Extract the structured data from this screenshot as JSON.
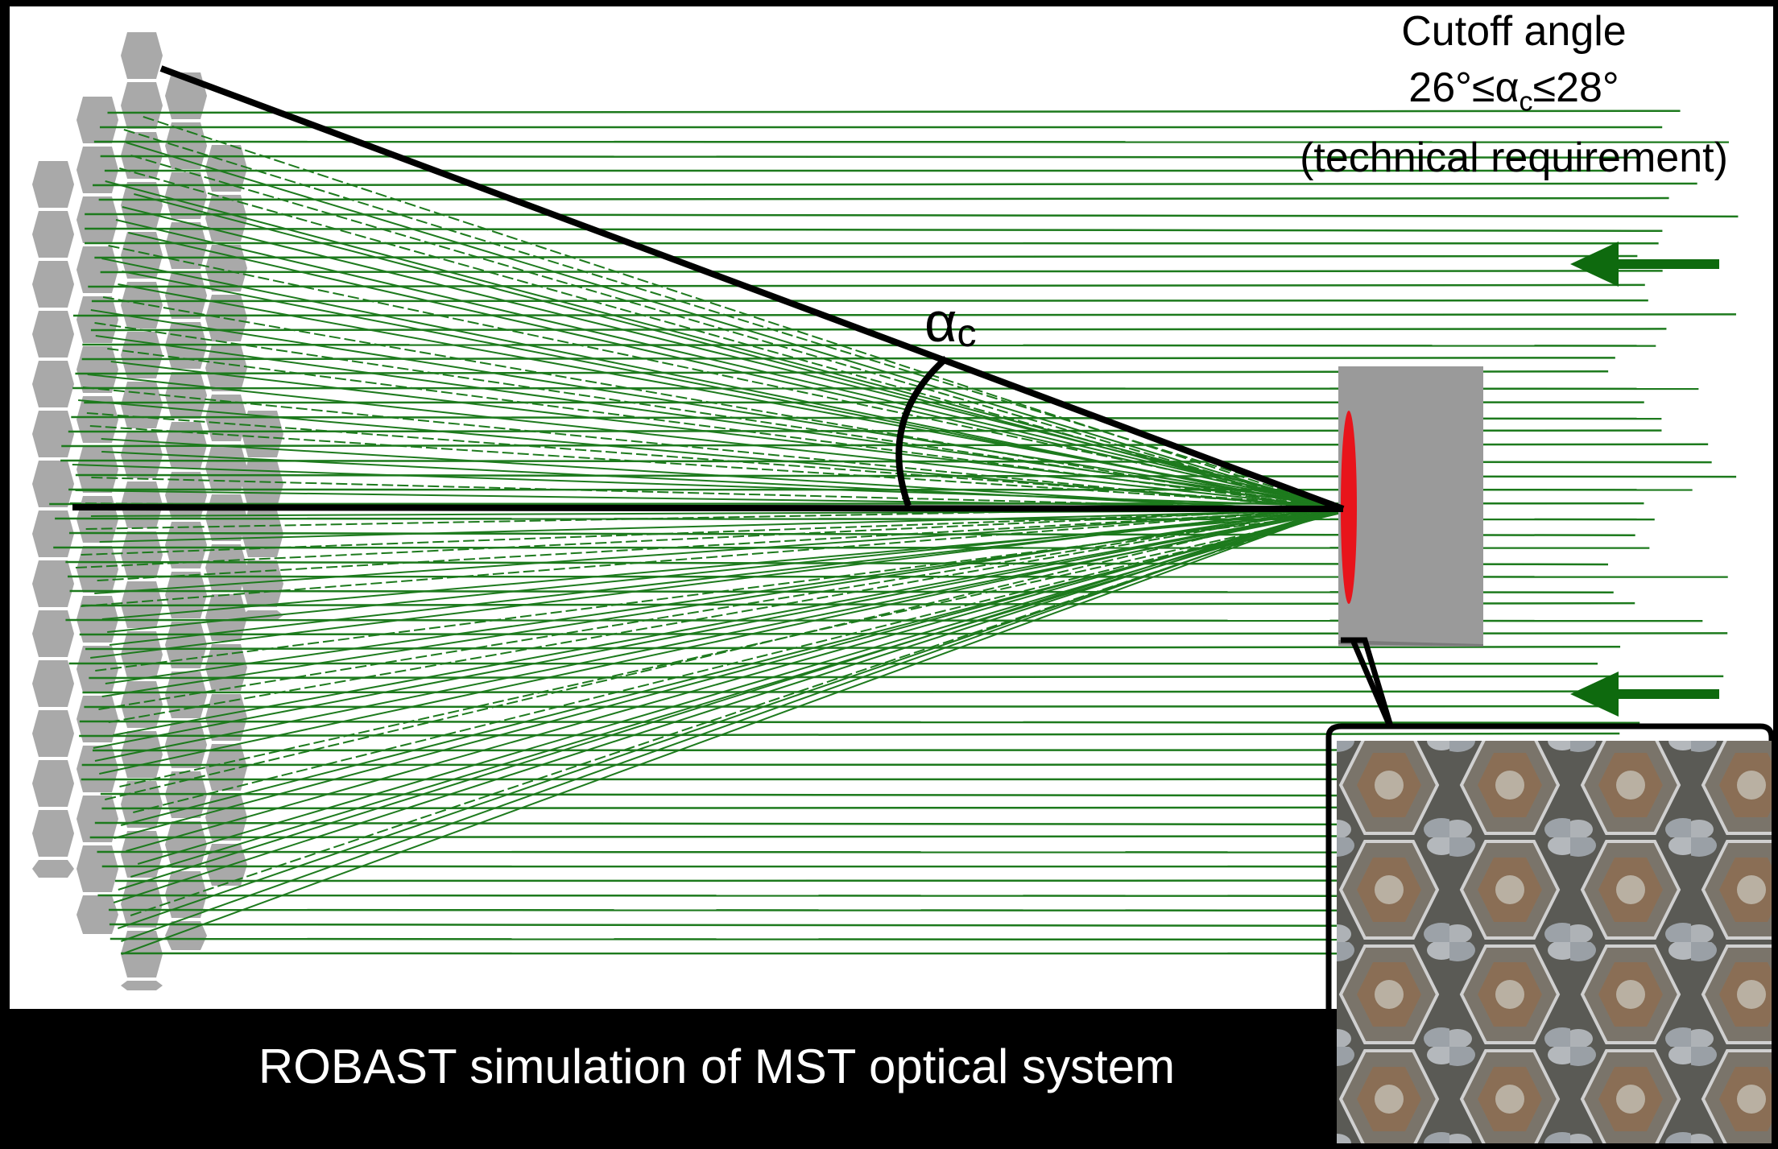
{
  "cutoff": {
    "title": "Cutoff angle",
    "range_prefix": "26°≤α",
    "range_sub": "c",
    "range_suffix": "≤28°",
    "note": "(technical requirement)"
  },
  "angle": {
    "symbol": "α",
    "subscript": "c"
  },
  "caption": "ROBAST simulation of MST optical system",
  "colors": {
    "ray": "#1d7a1d",
    "arrow": "#0e6a0e",
    "mirror": "#a9a9a9",
    "camera": "#9a9a9a",
    "focal_spot": "#e8141b",
    "outline": "#000000",
    "background": "#ffffff",
    "frame": "#000000",
    "caption_text": "#ffffff"
  },
  "icons": {
    "incoming_light": "left-arrow-icon",
    "inset_photo": "light-guide-array-photo"
  }
}
